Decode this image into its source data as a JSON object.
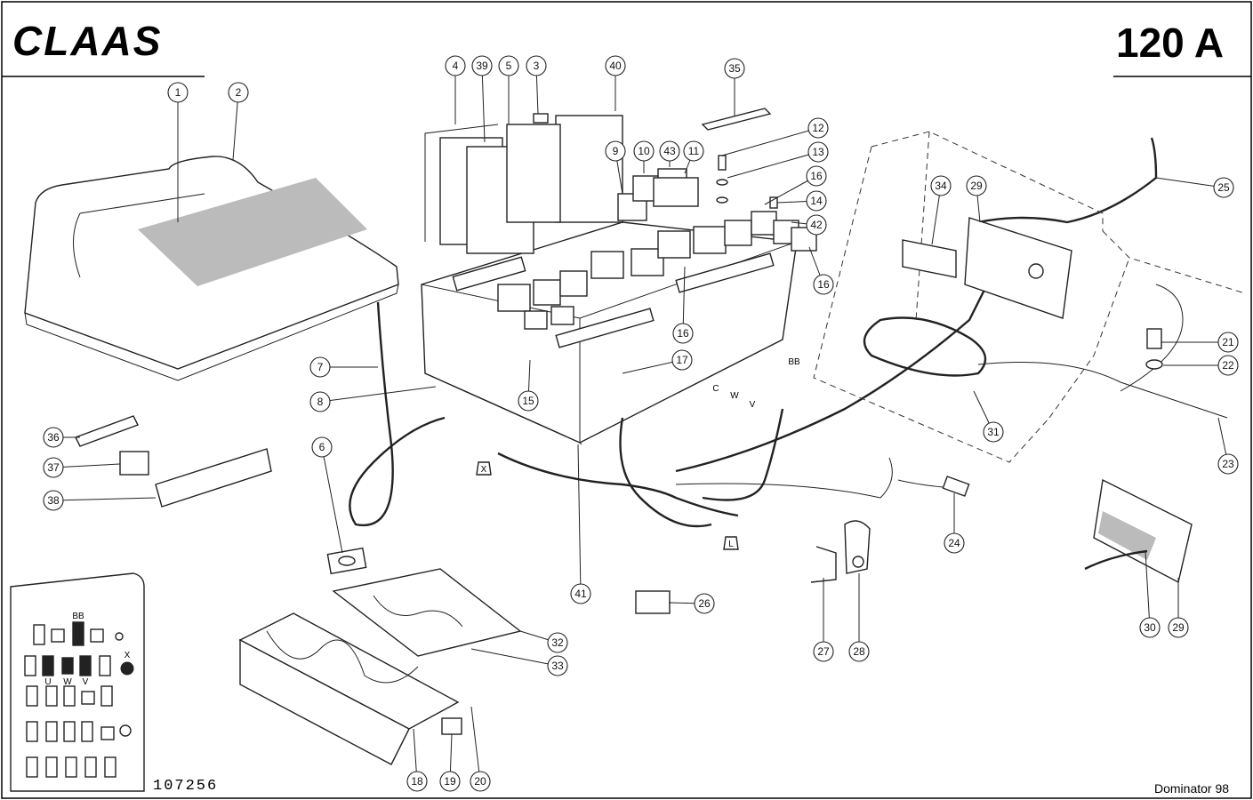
{
  "brand": "CLAAS",
  "page_code": "120 A",
  "drawing_number": "107256",
  "footer_model": "Dominator 98",
  "side_labels": {
    "x": "X",
    "l": "L"
  },
  "legend_labels": {
    "bb": "BB",
    "x": "X",
    "u": "U",
    "w": "W",
    "v": "V"
  },
  "connector_letters": {
    "c": "C",
    "w": "W",
    "v": "V",
    "bb": "BB"
  },
  "callouts": [
    {
      "id": "c1",
      "text": "1"
    },
    {
      "id": "c2",
      "text": "2"
    },
    {
      "id": "c3",
      "text": "3"
    },
    {
      "id": "c4",
      "text": "4"
    },
    {
      "id": "c39",
      "text": "39"
    },
    {
      "id": "c5",
      "text": "5"
    },
    {
      "id": "c40",
      "text": "40"
    },
    {
      "id": "c35",
      "text": "35"
    },
    {
      "id": "c9",
      "text": "9"
    },
    {
      "id": "c10",
      "text": "10"
    },
    {
      "id": "c43",
      "text": "43"
    },
    {
      "id": "c11",
      "text": "11"
    },
    {
      "id": "c12",
      "text": "12"
    },
    {
      "id": "c13",
      "text": "13"
    },
    {
      "id": "c16a",
      "text": "16"
    },
    {
      "id": "c14",
      "text": "14"
    },
    {
      "id": "c42",
      "text": "42"
    },
    {
      "id": "c16b",
      "text": "16"
    },
    {
      "id": "c16c",
      "text": "16"
    },
    {
      "id": "c34",
      "text": "34"
    },
    {
      "id": "c29a",
      "text": "29"
    },
    {
      "id": "c25",
      "text": "25"
    },
    {
      "id": "c7",
      "text": "7"
    },
    {
      "id": "c8",
      "text": "8"
    },
    {
      "id": "c15",
      "text": "15"
    },
    {
      "id": "c17",
      "text": "17"
    },
    {
      "id": "c21",
      "text": "21"
    },
    {
      "id": "c22",
      "text": "22"
    },
    {
      "id": "c31",
      "text": "31"
    },
    {
      "id": "c23",
      "text": "23"
    },
    {
      "id": "c36",
      "text": "36"
    },
    {
      "id": "c37",
      "text": "37"
    },
    {
      "id": "c38",
      "text": "38"
    },
    {
      "id": "c6",
      "text": "6"
    },
    {
      "id": "c24",
      "text": "24"
    },
    {
      "id": "c41",
      "text": "41"
    },
    {
      "id": "c26",
      "text": "26"
    },
    {
      "id": "c27",
      "text": "27"
    },
    {
      "id": "c28",
      "text": "28"
    },
    {
      "id": "c30",
      "text": "30"
    },
    {
      "id": "c29b",
      "text": "29"
    },
    {
      "id": "c32",
      "text": "32"
    },
    {
      "id": "c33",
      "text": "33"
    },
    {
      "id": "c18",
      "text": "18"
    },
    {
      "id": "c19",
      "text": "19"
    },
    {
      "id": "c20",
      "text": "20"
    }
  ]
}
